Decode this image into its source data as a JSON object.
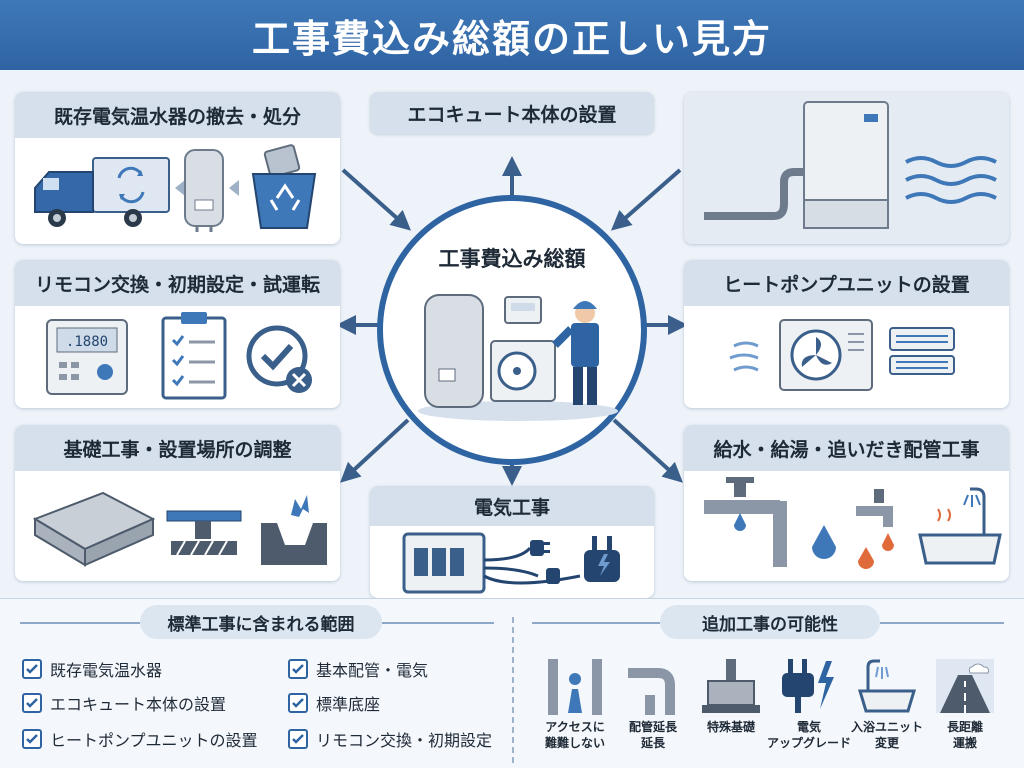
{
  "title": "工事費込み総額の正しい見方",
  "hub": {
    "label": "工事費込み総額"
  },
  "panels": {
    "removal": {
      "label": "既存電気温水器の撤去・処分"
    },
    "ecocute": {
      "label": "エコキュート本体の設置"
    },
    "remote": {
      "label": "リモコン交換・初期設定・試運転"
    },
    "heatpump": {
      "label": "ヒートポンプユニットの設置"
    },
    "foundation": {
      "label": "基礎工事・設置場所の調整"
    },
    "electrical": {
      "label": "電気工事"
    },
    "plumbing": {
      "label": "給水・給湯・追いだき配管工事"
    }
  },
  "remote_display": ".1880",
  "standard": {
    "title": "標準工事に含まれる範囲",
    "items": [
      "既存電気温水器",
      "エコキュート本体の設置",
      "ヒートポンプユニットの設置",
      "基本配管・電気",
      "標準底座",
      "リモコン交換・初期設定"
    ]
  },
  "additional": {
    "title": "追加工事の可能性",
    "items": [
      {
        "line1": "アクセスに",
        "line2": "難難しない"
      },
      {
        "line1": "配管延長",
        "line2": "延長"
      },
      {
        "line1": "特殊基礎",
        "line2": ""
      },
      {
        "line1": "電気",
        "line2": "アップグレード"
      },
      {
        "line1": "入浴ユニット",
        "line2": "変更"
      },
      {
        "line1": "長距離",
        "line2": "運搬"
      }
    ]
  },
  "colors": {
    "accent": "#2f64a3",
    "panel_header": "#d5e0ec",
    "background": "#eef3f9"
  }
}
